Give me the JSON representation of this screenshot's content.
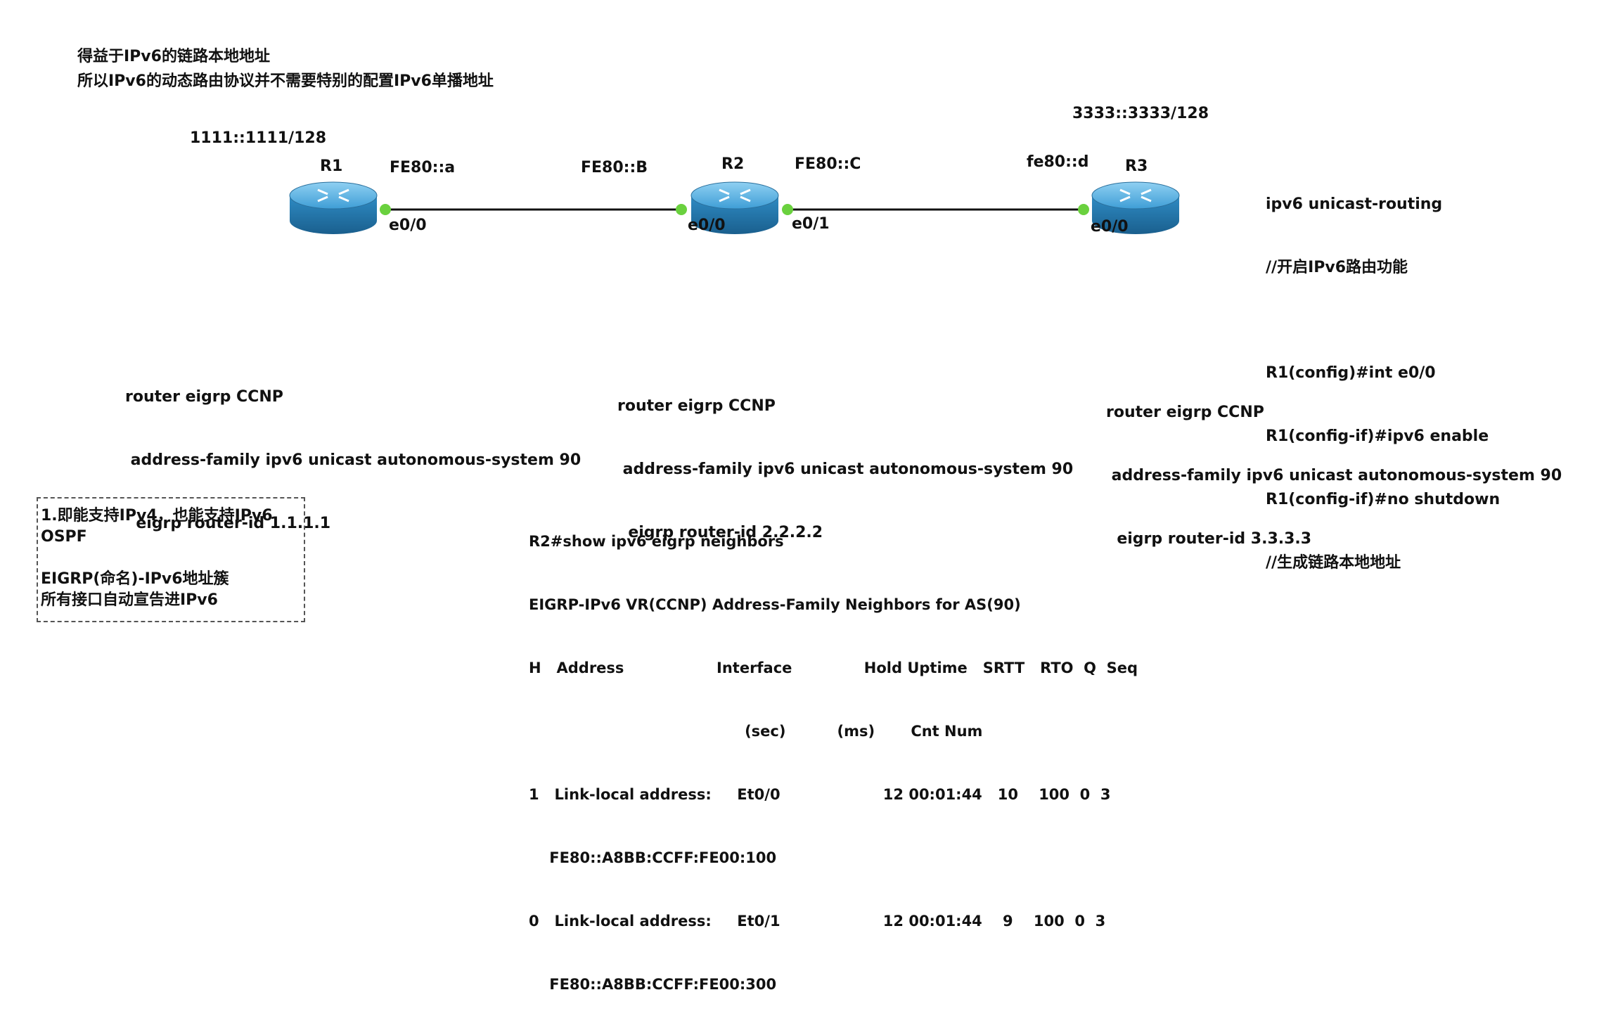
{
  "header": {
    "line1": "得益于IPv6的链路本地地址",
    "line2": "所以IPv6的动态路由协议并不需要特别的配置IPv6单播地址"
  },
  "topology": {
    "r1": {
      "name": "R1",
      "loopback": "1111::1111/128",
      "iface": "e0/0",
      "link_local": "FE80::a"
    },
    "r2": {
      "name": "R2",
      "iface_left": "e0/0",
      "iface_right": "e0/1",
      "link_local_left": "FE80::B",
      "link_local_right": "FE80::C"
    },
    "r3": {
      "name": "R3",
      "loopback": "3333::3333/128",
      "iface": "e0/0",
      "link_local": "fe80::d"
    },
    "colors": {
      "router_body": "#2a7fb5",
      "router_top": "#5cb0e0",
      "port_dot": "#6ad13e",
      "link": "#111111"
    }
  },
  "config_note": [
    "ipv6 unicast-routing",
    "//开启IPv6路由功能",
    "",
    "R1(config)#int e0/0",
    "R1(config-if)#ipv6 enable",
    "R1(config-if)#no shutdown",
    "//生成链路本地地址"
  ],
  "eigrp_r1": [
    "router eigrp CCNP",
    " address-family ipv6 unicast autonomous-system 90",
    "  eigrp router-id 1.1.1.1"
  ],
  "eigrp_r2": [
    "router eigrp CCNP",
    " address-family ipv6 unicast autonomous-system 90",
    "  eigrp router-id 2.2.2.2"
  ],
  "eigrp_r3": [
    "router eigrp CCNP",
    " address-family ipv6 unicast autonomous-system 90",
    "  eigrp router-id 3.3.3.3"
  ],
  "notes_box": {
    "line1": "1.即能支持IPv4，也能支持IPv6",
    "line2": "OSPF",
    "line3": "EIGRP(命名)-IPv6地址簇",
    "line4": "所有接口自动宣告进IPv6"
  },
  "neighbors": {
    "command": "R2#show ipv6 eigrp neighbors",
    "title": "EIGRP-IPv6 VR(CCNP) Address-Family Neighbors for AS(90)",
    "header1": "H   Address                  Interface              Hold Uptime   SRTT   RTO  Q  Seq",
    "header2": "                                          (sec)          (ms)       Cnt Num",
    "rows": [
      {
        "line": "1   Link-local address:     Et0/0                    12 00:01:44   10    100  0  3",
        "addr": "    FE80::A8BB:CCFF:FE00:100"
      },
      {
        "line": "0   Link-local address:     Et0/1                    12 00:01:44    9    100  0  3",
        "addr": "    FE80::A8BB:CCFF:FE00:300"
      }
    ]
  }
}
